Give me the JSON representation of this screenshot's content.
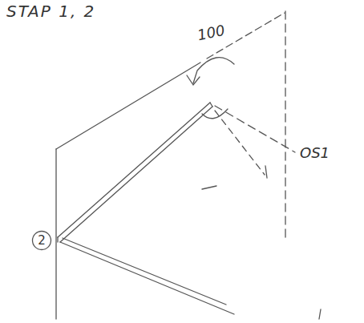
{
  "diagram": {
    "title": "STAP 1, 2",
    "nodes": [
      {
        "text": [
          "2"
        ]
      }
    ],
    "labels": [
      "100",
      "OS1"
    ]
  }
}
